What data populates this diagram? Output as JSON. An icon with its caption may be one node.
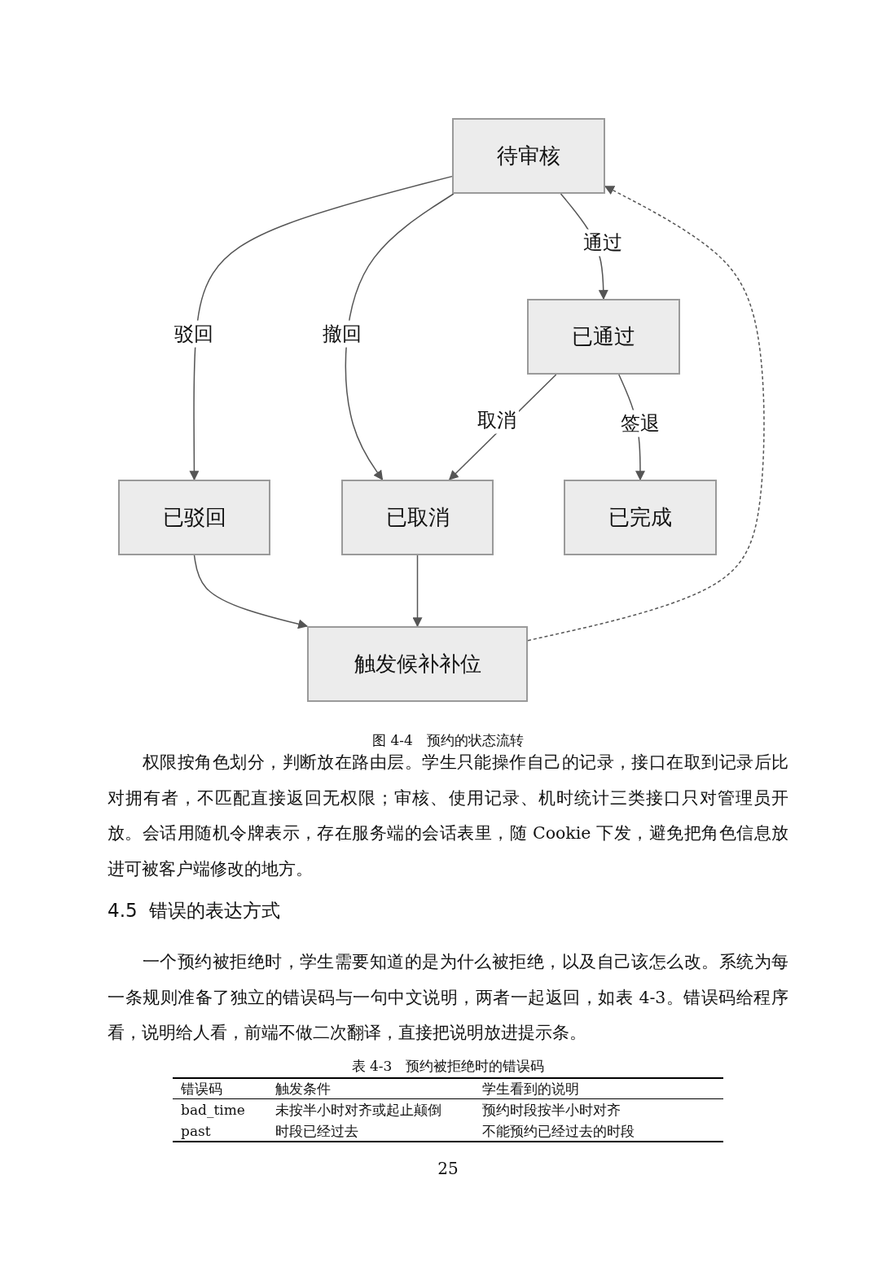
{
  "diagram": {
    "caption": "图 4-4　预约的状态流转",
    "nodes": [
      {
        "text": [
          "待审核"
        ]
      },
      {
        "text": [
          "已通过"
        ]
      },
      {
        "text": [
          "已驳回"
        ]
      },
      {
        "text": [
          "已取消"
        ]
      },
      {
        "text": [
          "已完成"
        ]
      },
      {
        "text": [
          "触发候补补位"
        ]
      }
    ],
    "edges": [
      {
        "from": 0,
        "to": 2,
        "arrow": "to",
        "label": "驳回"
      },
      {
        "from": 0,
        "to": 3,
        "arrow": "to",
        "label": "撤回"
      },
      {
        "from": 0,
        "to": 1,
        "arrow": "to",
        "label": "通过"
      },
      {
        "from": 1,
        "to": 3,
        "arrow": "to",
        "label": "取消"
      },
      {
        "from": 1,
        "to": 4,
        "arrow": "to",
        "label": "签退"
      },
      {
        "from": 2,
        "to": 5,
        "arrow": "to"
      },
      {
        "from": 3,
        "to": 5,
        "arrow": "to"
      },
      {
        "from": 5,
        "to": 0,
        "arrow": "to",
        "style": "dashed"
      }
    ],
    "labels": [
      "权限按角色划分，判断放在路由层。学生只能操作自己的记录，接口在取到记录后比对拥有者，不匹配直接返回无权限；审核、使用记录、机时统计三类接口只对管理员开放。会话用随机令牌表示，存在服务端的会话表里，随 Cookie 下发，避免把角色信息放进可被客户端修改的地方。",
      "4.5  错误的表达方式",
      "一个预约被拒绝时，学生需要知道的是为什么被拒绝，以及自己该怎么改。系统为每一条规则准备了独立的错误码与一句中文说明，两者一起返回，如表 4-3。错误码给程序看，说明给人看，前端不做二次翻译，直接把说明放进提示条。",
      "表 4-3　预约被拒绝时的错误码",
      "错误码",
      "触发条件",
      "学生看到的说明",
      "bad_time",
      "未按半小时对齐或起止颠倒",
      "预约时段按半小时对齐",
      "past",
      "时段已经过去",
      "不能预约已经过去的时段",
      "25"
    ]
  }
}
